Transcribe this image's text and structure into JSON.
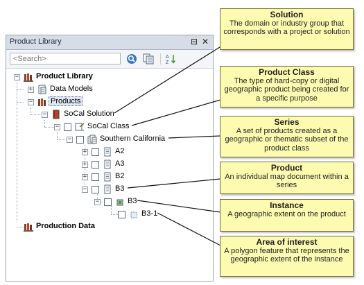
{
  "panel": {
    "title": "Product Library",
    "pin_glyph": "⊟",
    "close_glyph": "✕",
    "search_placeholder": "<Search>"
  },
  "toolbar": {
    "icons": [
      "search-icon",
      "copy-icon",
      "sort-az-icon"
    ],
    "sort_label_top": "A",
    "sort_label_bottom": "Z"
  },
  "tree": {
    "root": "Product Library",
    "data_models": "Data Models",
    "products": "Products",
    "socal_solution": "SoCal Solution",
    "socal_class": "SoCal Class",
    "southern_california": "Southern California",
    "a2": "A2",
    "a3": "A3",
    "b2": "B2",
    "b3": "B3",
    "b3_instance": "B3",
    "b3_1": "B3-1",
    "production_data": "Production Data"
  },
  "callouts": {
    "solution": {
      "title": "Solution",
      "body": "The domain or industry group that corresponds with a project or solution"
    },
    "product_class": {
      "title": "Product Class",
      "body": "The type of hard-copy or digital geographic product being created for a specific purpose"
    },
    "series": {
      "title": "Series",
      "body": "A set of products created as a geographic or thematic subset of the product class"
    },
    "product": {
      "title": "Product",
      "body": "An individual map document within a series"
    },
    "instance": {
      "title": "Instance",
      "body": "A geographic extent on the product"
    },
    "aoi": {
      "title": "Area of interest",
      "body": "A polygon feature that represents the geographic extent of the instance"
    }
  },
  "colors": {
    "callout_fill": "#fdfbb0",
    "titlebar": "#d7dde6",
    "accent": "#3a76c4"
  }
}
